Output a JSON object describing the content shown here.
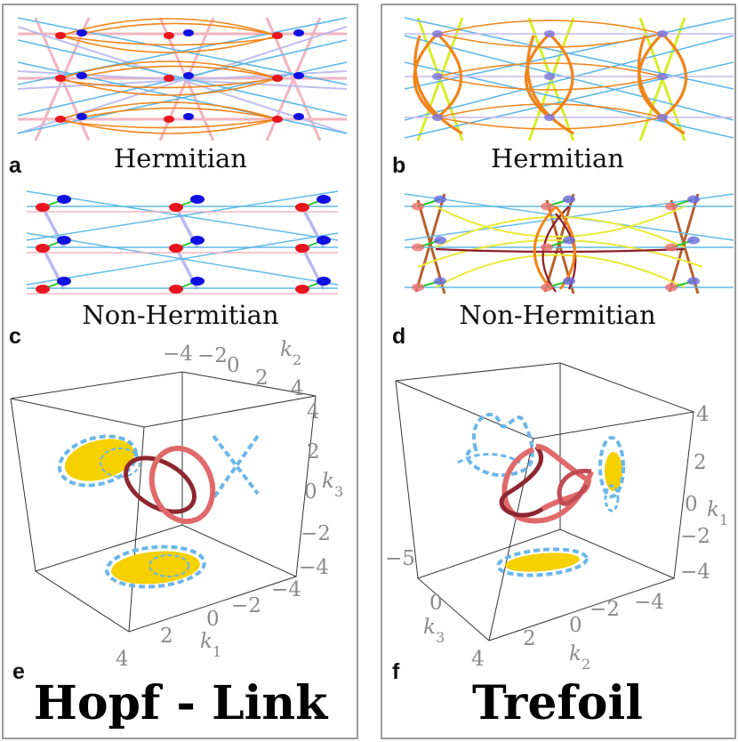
{
  "colors": {
    "frame": "#9a9a9a",
    "red_site": "#e8141e",
    "blue_site": "#1010e0",
    "orange_bond": "#f0841a",
    "cyan_bond": "#5fb8e6",
    "pink_bond": "#f2a7b4",
    "lavender_bond": "#b9b8f0",
    "lime_bond": "#d6ef28",
    "yellow_bond": "#e8ea3a",
    "brown_bond": "#b5602e",
    "maroon_bond": "#8e1e2a",
    "green_bond": "#27c52a",
    "knot_main": "#e06a6a",
    "knot_dark": "#8e2730",
    "projection_dash": "#6ab6ea",
    "projection_fill": "#f6d000",
    "axis_label": "#8a8a8a"
  },
  "panels": {
    "a": {
      "letter": "a",
      "caption": "Hermitian"
    },
    "b": {
      "letter": "b",
      "caption": "Hermitian"
    },
    "c": {
      "letter": "c",
      "caption": "Non-Hermitian"
    },
    "d": {
      "letter": "d",
      "caption": "Non-Hermitian"
    },
    "e": {
      "letter": "e",
      "title": "Hopf - Link",
      "k1_ticks": [
        "4",
        "2",
        "0",
        "−2",
        "−4"
      ],
      "k2_ticks": [
        "−4",
        "−2",
        "0",
        "2",
        "4"
      ],
      "k3_ticks": [
        "4",
        "2",
        "0",
        "−2",
        "−4"
      ],
      "axis_labels": {
        "k1": "k1",
        "k2": "k2",
        "k3": "k3"
      }
    },
    "f": {
      "letter": "f",
      "title": "Trefoil",
      "k1_ticks": [
        "4",
        "2",
        "0",
        "−2",
        "−4"
      ],
      "k2_ticks": [
        "4",
        "2",
        "0",
        "−2",
        "−4"
      ],
      "k3_ticks": [
        "−5",
        "0"
      ],
      "axis_labels": {
        "k1": "k1",
        "k2": "k2",
        "k3": "k3"
      }
    }
  }
}
